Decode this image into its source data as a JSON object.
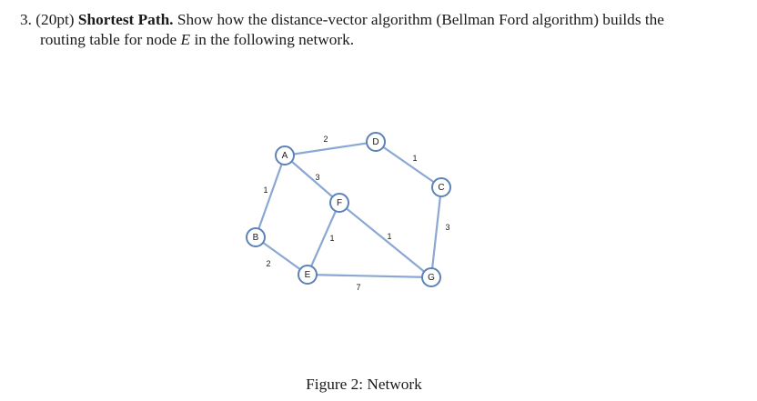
{
  "question": {
    "number": "3.",
    "points": "(20pt)",
    "title": "Shortest Path.",
    "text_a": "Show how the distance-vector algorithm (Bellman Ford algorithm) builds the",
    "text_b": "routing table for node",
    "node_var": "E",
    "text_c": "in the following network."
  },
  "graph": {
    "nodes": [
      {
        "id": "A",
        "label": "A"
      },
      {
        "id": "B",
        "label": "B"
      },
      {
        "id": "C",
        "label": "C"
      },
      {
        "id": "D",
        "label": "D"
      },
      {
        "id": "E",
        "label": "E"
      },
      {
        "id": "F",
        "label": "F"
      },
      {
        "id": "G",
        "label": "G"
      }
    ],
    "edges": [
      {
        "from": "A",
        "to": "D",
        "weight": "2"
      },
      {
        "from": "A",
        "to": "B",
        "weight": "1"
      },
      {
        "from": "A",
        "to": "F",
        "weight": "3"
      },
      {
        "from": "D",
        "to": "C",
        "weight": "1"
      },
      {
        "from": "C",
        "to": "G",
        "weight": "3"
      },
      {
        "from": "F",
        "to": "E",
        "weight": "1"
      },
      {
        "from": "F",
        "to": "G",
        "weight": "1"
      },
      {
        "from": "B",
        "to": "E",
        "weight": "2"
      },
      {
        "from": "E",
        "to": "G",
        "weight": "7"
      }
    ]
  },
  "figure": {
    "caption": "Figure 2: Network"
  }
}
